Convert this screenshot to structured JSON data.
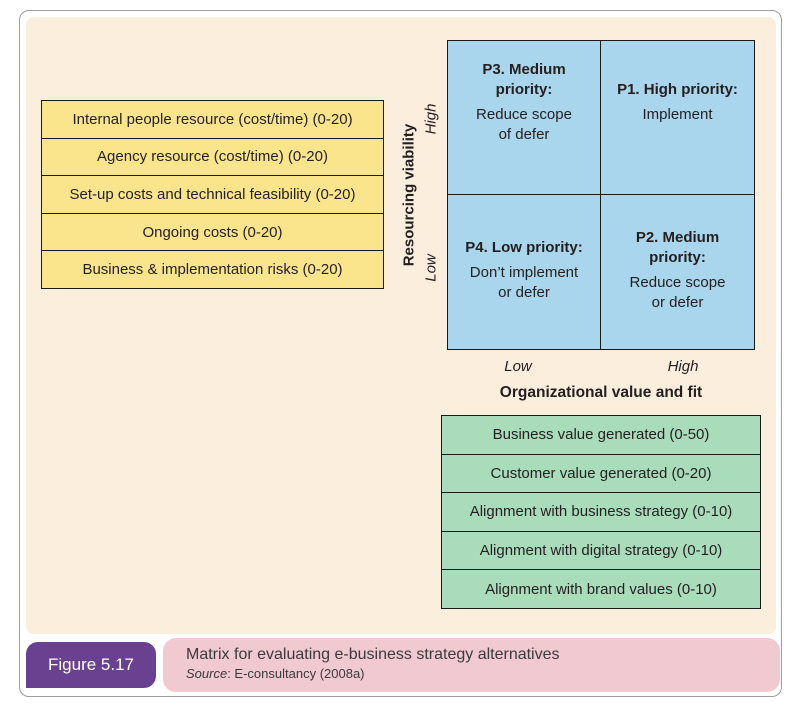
{
  "figure": {
    "badge_label": "Figure 5.17",
    "caption_title": "Matrix for evaluating e-business strategy alternatives",
    "source_label": "Source",
    "source_rest": ": E-consultancy (2008a)"
  },
  "resourcing_criteria": {
    "items": [
      "Internal people resource (cost/time) (0-20)",
      "Agency resource (cost/time) (0-20)",
      "Set-up costs and technical feasibility (0-20)",
      "Ongoing costs (0-20)",
      "Business & implementation risks (0-20)"
    ]
  },
  "value_criteria": {
    "items": [
      "Business value generated (0-50)",
      "Customer value generated (0-20)",
      "Alignment with business strategy (0-10)",
      "Alignment with digital strategy (0-10)",
      "Alignment with brand values (0-10)"
    ]
  },
  "matrix": {
    "y_axis": {
      "title": "Resourcing viability",
      "high": "High",
      "low": "Low"
    },
    "x_axis": {
      "title": "Organizational value and fit",
      "low": "Low",
      "high": "High"
    },
    "quadrants": {
      "top_left": {
        "heading": "P3. Medium\npriority:",
        "body": "Reduce scope\nof defer"
      },
      "top_right": {
        "heading": "P1. High priority:",
        "body": "Implement"
      },
      "bottom_left": {
        "heading": "P4. Low priority:",
        "body": "Don’t implement\nor defer"
      },
      "bottom_right": {
        "heading": "P2. Medium\npriority:",
        "body": "Reduce scope\nor defer"
      }
    }
  },
  "colors": {
    "cream": "#fbeedc",
    "yellow": "#fae58c",
    "blue": "#a9d6ec",
    "green": "#a9dcbb",
    "pink": "#f1c9d0",
    "purple": "#6a4190",
    "line": "#1a1a1a",
    "ink": "#231f20",
    "frame_border": "#9e9e9e"
  }
}
